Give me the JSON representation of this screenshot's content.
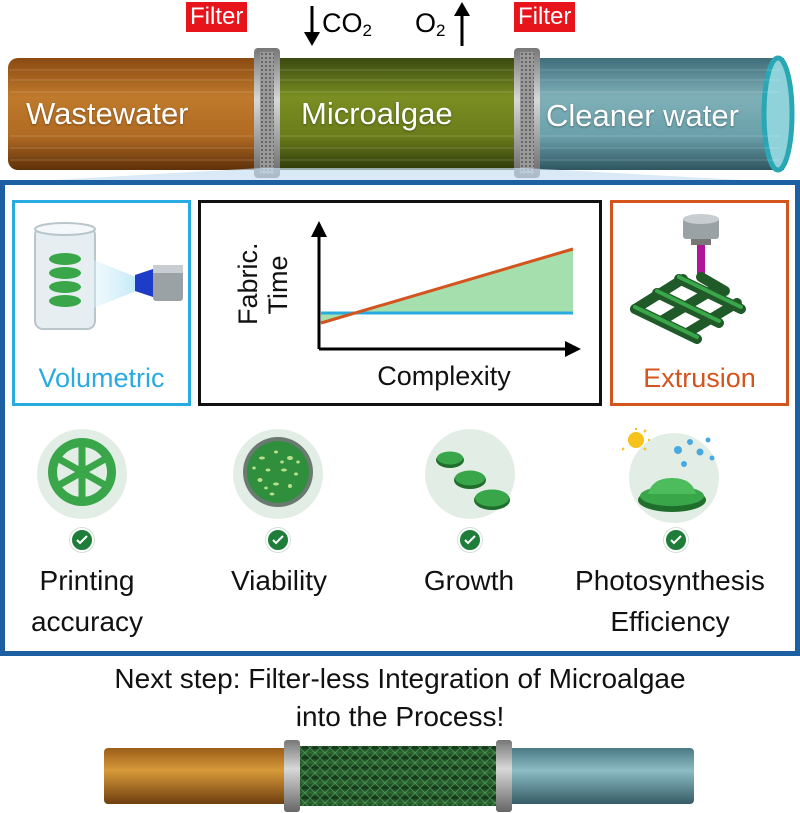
{
  "top": {
    "filter_left": "Filter",
    "filter_right": "Filter",
    "co2": "CO",
    "co2_sub": "2",
    "o2": "O",
    "o2_sub": "2",
    "stage_wastewater": "Wastewater",
    "stage_microalgae": "Microalgae",
    "stage_cleaner": "Cleaner water"
  },
  "methods": {
    "volumetric": "Volumetric",
    "extrusion": "Extrusion"
  },
  "chart": {
    "ylabel_line1": "Fabric.",
    "ylabel_line2": "Time",
    "xlabel": "Complexity"
  },
  "properties": [
    {
      "line1": "Printing",
      "line2": "accuracy"
    },
    {
      "line1": "Viability",
      "line2": ""
    },
    {
      "line1": "Growth",
      "line2": ""
    },
    {
      "line1": "Photosynthesis",
      "line2": "Efficiency"
    }
  ],
  "next_step": {
    "line1": "Next step: Filter-less Integration of Microalgae",
    "line2": "into the Process!"
  },
  "colors": {
    "panel_border": "#1d5fa3",
    "volumetric": "#29abe2",
    "extrusion": "#d4541e",
    "filter": "#e8141b",
    "algae_green": "#3aa64a",
    "check_green": "#1f7d3a"
  }
}
